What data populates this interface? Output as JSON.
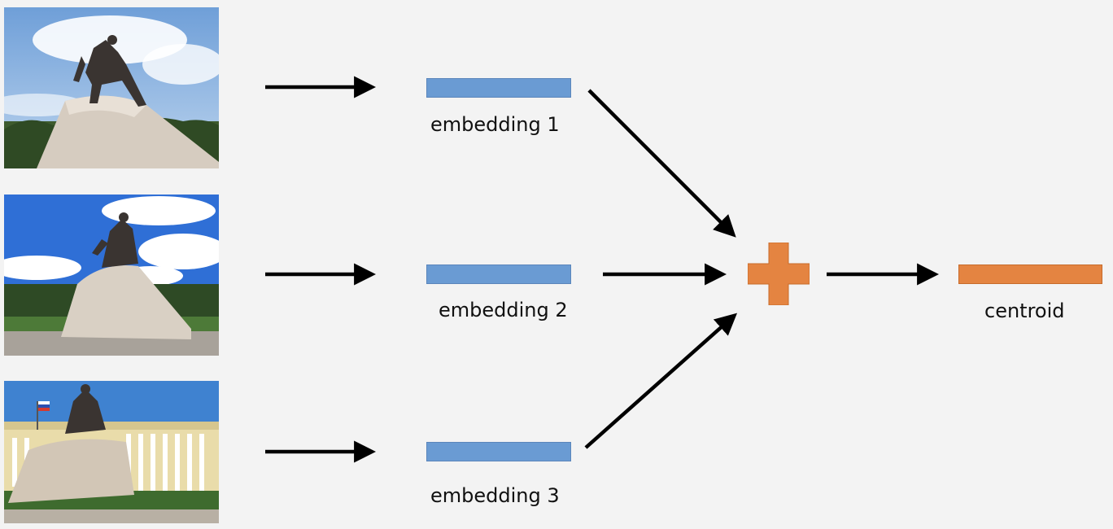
{
  "embeddings": [
    {
      "label": "embedding 1"
    },
    {
      "label": "embedding 2"
    },
    {
      "label": "embedding 3"
    }
  ],
  "centroid": {
    "label": "centroid"
  },
  "images": [
    {
      "alt": "bronze horseman statue photo 1"
    },
    {
      "alt": "bronze horseman statue photo 2"
    },
    {
      "alt": "bronze horseman statue photo 3"
    }
  ],
  "colors": {
    "background": "#f3f3f3",
    "embedding": "#6a9bd3",
    "centroid": "#e48441",
    "plus": "#e48441",
    "arrow": "#000000"
  }
}
